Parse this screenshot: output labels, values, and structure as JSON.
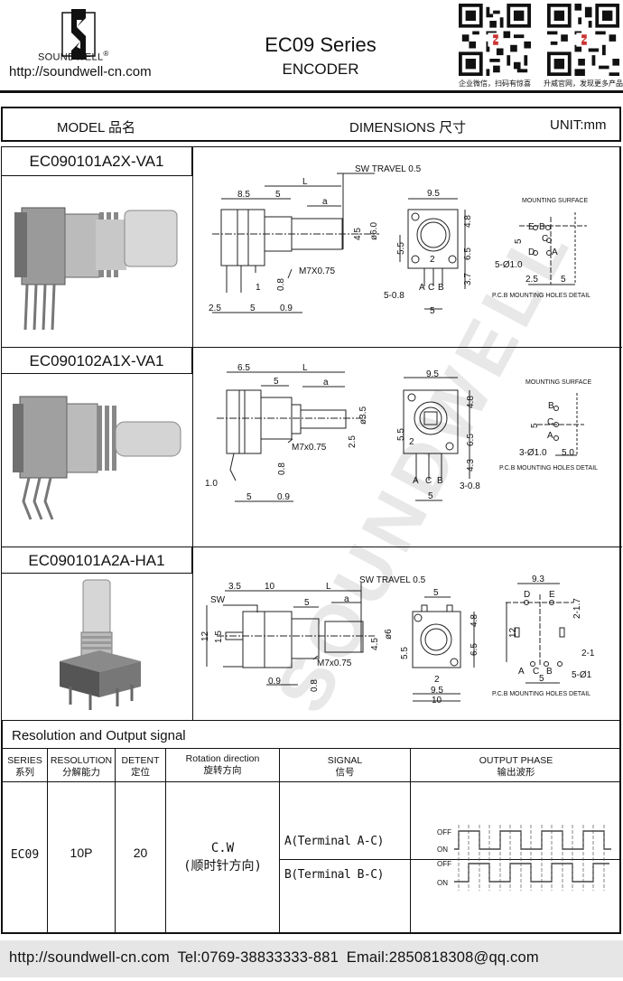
{
  "header": {
    "brand": "SOUNDWELL",
    "registered": "®",
    "url": "http://soundwell-cn.com",
    "title": "EC09 Series",
    "subtitle": "ENCODER",
    "qr_captions": [
      "企业微信，扫码有惊喜",
      "升威官网，发现更多产品"
    ]
  },
  "bar": {
    "model": "MODEL 品名",
    "dimensions": "DIMENSIONS 尺寸",
    "unit": "UNIT:mm"
  },
  "models": [
    {
      "name": "EC090101A2X-VA1",
      "labels": [
        "SW TRAVEL 0.5",
        "L",
        "8.5",
        "5",
        "a",
        "4.5",
        "ø6.0",
        "M7X0.75",
        "0.8",
        "1",
        "2.5",
        "5",
        "0.9",
        "9.5",
        "4.8",
        "5.5",
        "6.5",
        "2",
        "3.7",
        "A",
        "C",
        "B",
        "5-0.8",
        "5",
        "MOUNTING SURFACE",
        "E",
        "B",
        "5",
        "C",
        "D",
        "A",
        "5-Ø1.0",
        "2.5",
        "5",
        "P.C.B MOUNTING HOLES DETAIL"
      ]
    },
    {
      "name": "EC090102A1X-VA1",
      "labels": [
        "6.5",
        "L",
        "5",
        "a",
        "ø3.5",
        "2.5",
        "M7x0.75",
        "0.8",
        "1.0",
        "5",
        "0.9",
        "9.5",
        "4.8",
        "5.5",
        "6.5",
        "2",
        "4.3",
        "A",
        "C",
        "B",
        "3-0.8",
        "5",
        "MOUNTING SURFACE",
        "B",
        "5",
        "C",
        "A",
        "3-Ø1.0",
        "5.0",
        "P.C.B MOUNTING HOLES DETAIL"
      ]
    },
    {
      "name": "EC090101A2A-HA1",
      "labels": [
        "SW TRAVEL 0.5",
        "3.5",
        "10",
        "L",
        "SW",
        "5",
        "a",
        "12",
        "1.5",
        "4.5",
        "ø6",
        "M7x0.75",
        "0.9",
        "0.8",
        "5",
        "4.8",
        "5.5",
        "6.5",
        "2",
        "9.5",
        "10",
        "9.3",
        "D",
        "E",
        "2-1.7",
        "12",
        "2-1",
        "A",
        "C",
        "B",
        "5-Ø1",
        "5",
        "P.C.B MOUNTING HOLES DETAIL"
      ]
    }
  ],
  "resolution": {
    "title": "Resolution and Output signal",
    "headers": [
      [
        "SERIES",
        "系列"
      ],
      [
        "RESOLUTION",
        "分解能力"
      ],
      [
        "DETENT",
        "定位"
      ],
      [
        "Rotation direction",
        "旋转方向"
      ],
      [
        "SIGNAL",
        "信号"
      ],
      [
        "OUTPUT PHASE",
        "输出波形"
      ]
    ],
    "row": {
      "series": "EC09",
      "resolution": "10P",
      "detent": "20",
      "rotation": "C.W",
      "rotation_cn": "(顺时针方向)",
      "signals": [
        "A(Terminal A-C)",
        "B(Terminal B-C)"
      ],
      "levels": [
        "OFF",
        "ON",
        "OFF",
        "ON"
      ]
    }
  },
  "footer": {
    "url": "http://soundwell-cn.com",
    "tel": "Tel:0769-38833333-881",
    "email": "Email:2850818308@qq.com"
  },
  "watermark": "SOUNDWELL"
}
